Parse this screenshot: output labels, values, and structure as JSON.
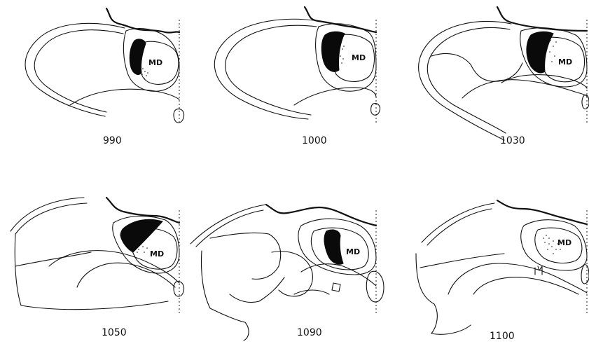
{
  "region_label": "MD",
  "sections": [
    {
      "level": "990"
    },
    {
      "level": "1000"
    },
    {
      "level": "1030"
    },
    {
      "level": "1050"
    },
    {
      "level": "1090"
    },
    {
      "level": "1100"
    }
  ]
}
